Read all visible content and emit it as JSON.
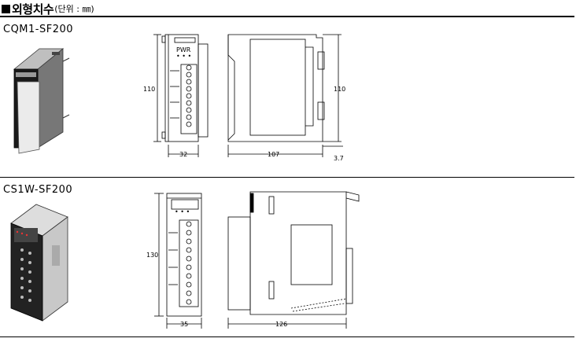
{
  "header": {
    "title": "외형치수",
    "unit": "(단위 : ㎜)"
  },
  "sections": [
    {
      "model": "CQM1-SF200",
      "dims": {
        "height": "110",
        "width": "32",
        "depth": "107",
        "height_side": "110",
        "offset": "3.7"
      }
    },
    {
      "model": "CS1W-SF200",
      "dims": {
        "height": "130",
        "width": "35",
        "depth": "126"
      }
    }
  ]
}
